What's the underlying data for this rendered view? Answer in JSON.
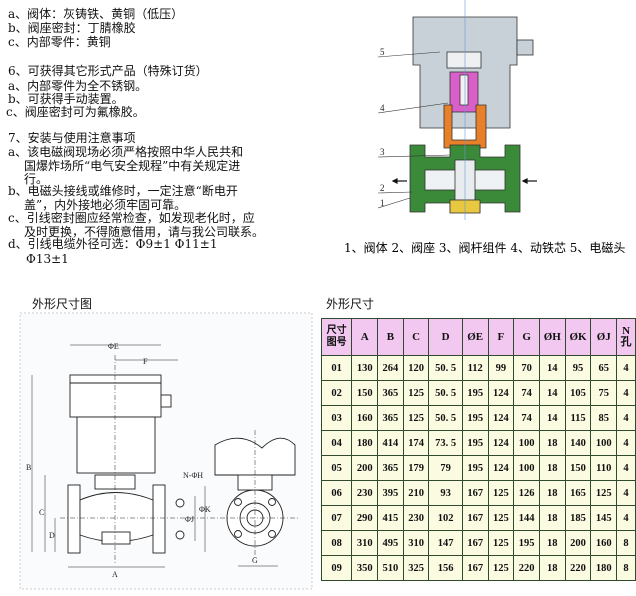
{
  "materials": {
    "a": "a、阀体：灰铸铁、黄铜（低压）",
    "b": "b、阀座密封：丁腈橡胶",
    "c": "c、内部零件：黄铜"
  },
  "special": {
    "title": "6、可获得其它形式产品（特殊订货）",
    "a": "a、内部零件为全不锈钢。",
    "b": "b、可获得手动装置。",
    "c": "c、阀座密封可为氟橡胶。"
  },
  "install": {
    "title": "7、安装与使用注意事项",
    "a1": "a、该电磁阀现场必须严格按照中华人民共和",
    "a2": "国爆炸场所“电气安全规程”中有关规定进",
    "a3": "行。",
    "b1": "b、电磁头接线或维修时，一定注意“断电开",
    "b2": "盖”，内外接地必须牢固可靠。",
    "c1": "c、引线密封圈应经常检查，如发现老化时，应",
    "c2": "及时更换，不得随意借用，请与我公司联系。",
    "d1": "d、引线电缆外径可选：Φ9±1  Φ11±1",
    "d2": "Φ13±1"
  },
  "section_diagram": {
    "labels": [
      "1",
      "2",
      "3",
      "4",
      "5"
    ],
    "caption": "1、阀体 2、阀座 3、阀杆组件 4、动铁芯 5、电磁头"
  },
  "outline_drawing": {
    "title": "外形尺寸图",
    "dims": [
      "ΦE",
      "F",
      "B",
      "C",
      "D",
      "A",
      "N-ΦH",
      "ΦJ",
      "ΦK",
      "G"
    ]
  },
  "table": {
    "title": "外形尺寸",
    "corner_top": "尺寸",
    "corner_bottom": "图号",
    "headers": [
      "A",
      "B",
      "C",
      "D",
      "ØE",
      "F",
      "G",
      "ØH",
      "ØK",
      "ØJ",
      "N 孔"
    ],
    "rows": [
      [
        "01",
        "130",
        "264",
        "120",
        "50. 5",
        "112",
        "99",
        "70",
        "14",
        "95",
        "65",
        "4"
      ],
      [
        "02",
        "150",
        "365",
        "125",
        "50. 5",
        "195",
        "124",
        "74",
        "14",
        "105",
        "75",
        "4"
      ],
      [
        "03",
        "160",
        "365",
        "125",
        "50. 5",
        "195",
        "124",
        "74",
        "14",
        "115",
        "85",
        "4"
      ],
      [
        "04",
        "180",
        "414",
        "174",
        "73. 5",
        "195",
        "124",
        "100",
        "18",
        "140",
        "100",
        "4"
      ],
      [
        "05",
        "200",
        "365",
        "179",
        "79",
        "195",
        "124",
        "100",
        "18",
        "150",
        "110",
        "4"
      ],
      [
        "06",
        "230",
        "395",
        "210",
        "93",
        "167",
        "125",
        "126",
        "18",
        "165",
        "125",
        "4"
      ],
      [
        "07",
        "290",
        "415",
        "230",
        "102",
        "167",
        "125",
        "144",
        "18",
        "185",
        "145",
        "4"
      ],
      [
        "08",
        "310",
        "495",
        "310",
        "147",
        "167",
        "125",
        "195",
        "18",
        "200",
        "160",
        "8"
      ],
      [
        "09",
        "350",
        "510",
        "325",
        "156",
        "167",
        "125",
        "220",
        "18",
        "220",
        "180",
        "8"
      ]
    ]
  },
  "colors": {
    "body": "#3a8a3a",
    "core": "#d860c8",
    "bonnet": "#e8802a",
    "head": "#c8d0d8",
    "header_bg": "#f2c8f0",
    "cell_bg": "#fbfbe2"
  }
}
